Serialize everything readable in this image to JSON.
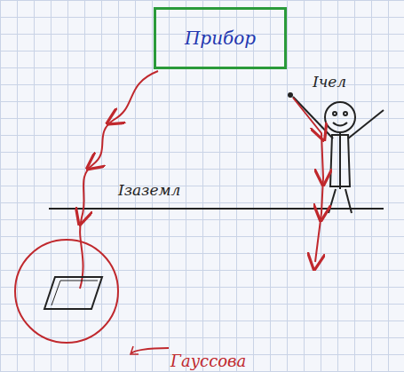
{
  "diagram": {
    "nodes": [
      {
        "text": [
          "Прибор"
        ]
      }
    ],
    "labels": [
      "Iчел",
      "Iзаземл",
      "Гауссова"
    ]
  }
}
